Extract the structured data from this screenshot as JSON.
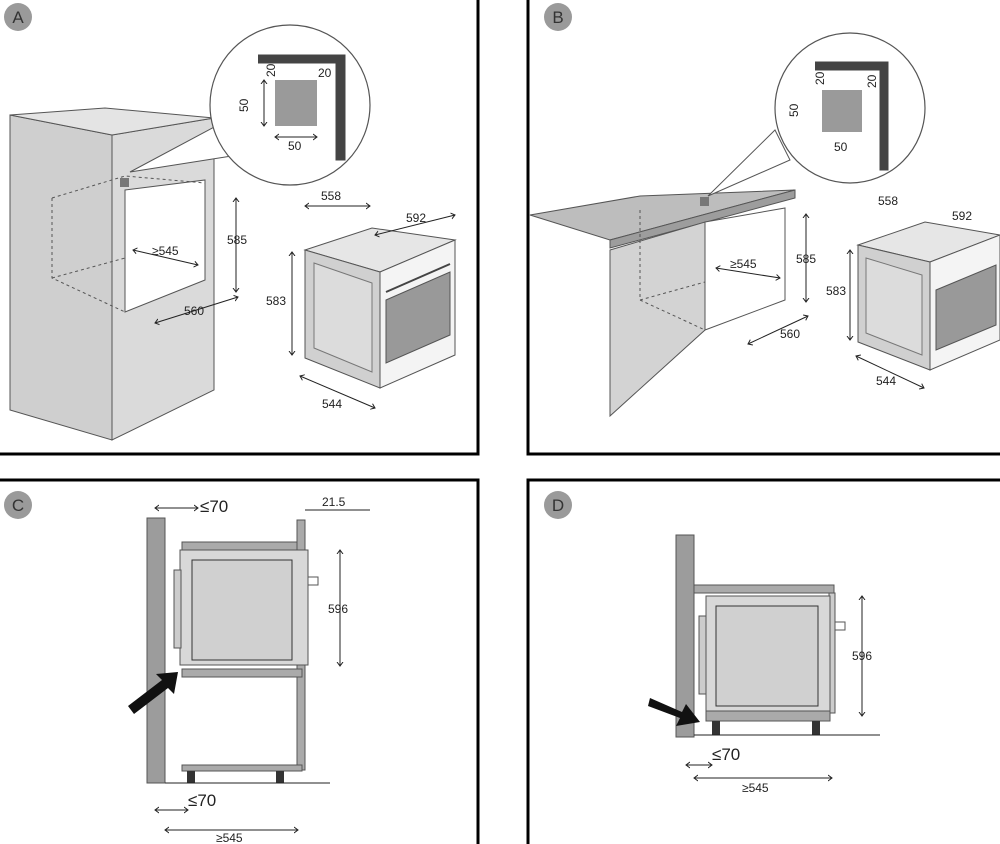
{
  "panels": [
    {
      "label": "A",
      "detail": {
        "a": "20",
        "b": "20",
        "c": "50",
        "d": "50"
      },
      "niche": {
        "depth": "≥545",
        "height": "585",
        "width": "560"
      },
      "oven": {
        "depth": "558",
        "width": "592",
        "height": "583",
        "bottom": "544"
      }
    },
    {
      "label": "B",
      "detail": {
        "a": "20",
        "b": "20",
        "c": "50",
        "d": "50"
      },
      "niche": {
        "depth": "≥545",
        "height": "585",
        "width": "560"
      },
      "oven": {
        "depth": "558",
        "width": "592",
        "height": "583",
        "bottom": "544"
      }
    },
    {
      "label": "C",
      "gap_top": "≤70",
      "offset": "21.5",
      "height": "596",
      "gap_bottom": "≤70",
      "depth": "≥545"
    },
    {
      "label": "D",
      "height": "596",
      "gap": "≤70",
      "depth": "≥545"
    }
  ],
  "colors": {
    "wall": "#d6d6d6",
    "frame": "#000000",
    "badge": "#9a9a9a"
  }
}
